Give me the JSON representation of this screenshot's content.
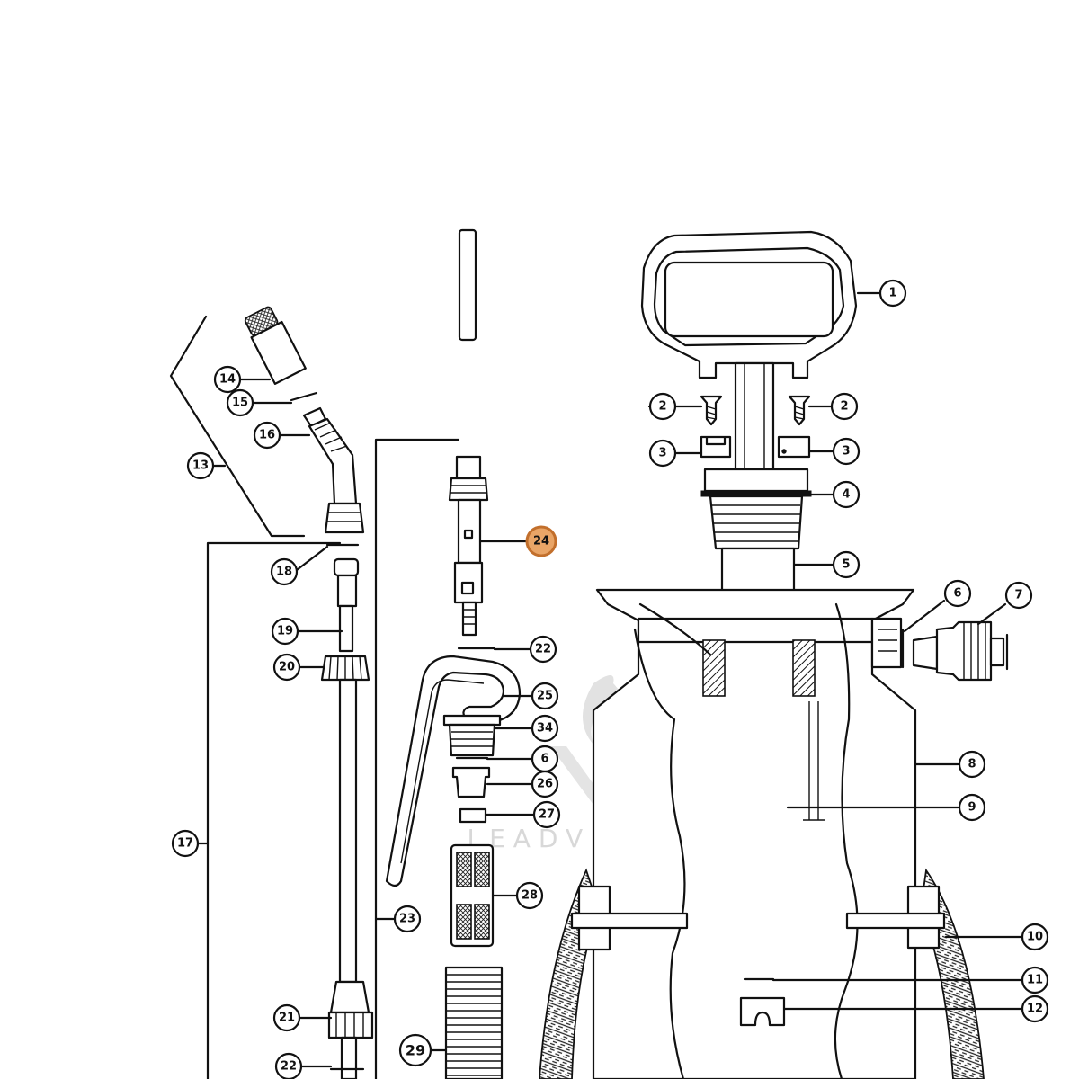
{
  "watermark": {
    "text": "LEADVENTURE"
  },
  "highlight": {
    "color": "#e9a567",
    "stroke": "#c26f2c",
    "part": "24"
  },
  "callouts": [
    {
      "id": "c1",
      "label": "1"
    },
    {
      "id": "c2a",
      "label": "2"
    },
    {
      "id": "c2b",
      "label": "2"
    },
    {
      "id": "c3a",
      "label": "3"
    },
    {
      "id": "c3b",
      "label": "3"
    },
    {
      "id": "c4",
      "label": "4"
    },
    {
      "id": "c5",
      "label": "5"
    },
    {
      "id": "c6a",
      "label": "6"
    },
    {
      "id": "c7",
      "label": "7"
    },
    {
      "id": "c8",
      "label": "8"
    },
    {
      "id": "c9",
      "label": "9"
    },
    {
      "id": "c10",
      "label": "10"
    },
    {
      "id": "c11",
      "label": "11"
    },
    {
      "id": "c12",
      "label": "12"
    },
    {
      "id": "c13",
      "label": "13"
    },
    {
      "id": "c14",
      "label": "14"
    },
    {
      "id": "c15",
      "label": "15"
    },
    {
      "id": "c16",
      "label": "16"
    },
    {
      "id": "c17",
      "label": "17"
    },
    {
      "id": "c18",
      "label": "18"
    },
    {
      "id": "c19",
      "label": "19"
    },
    {
      "id": "c20",
      "label": "20"
    },
    {
      "id": "c21",
      "label": "21"
    },
    {
      "id": "c22a",
      "label": "22"
    },
    {
      "id": "c22b",
      "label": "22"
    },
    {
      "id": "c23",
      "label": "23"
    },
    {
      "id": "c24",
      "label": "24"
    },
    {
      "id": "c25",
      "label": "25"
    },
    {
      "id": "c34",
      "label": "34"
    },
    {
      "id": "c6b",
      "label": "6"
    },
    {
      "id": "c26",
      "label": "26"
    },
    {
      "id": "c27",
      "label": "27"
    },
    {
      "id": "c28",
      "label": "28"
    },
    {
      "id": "c29",
      "label": "29"
    }
  ]
}
